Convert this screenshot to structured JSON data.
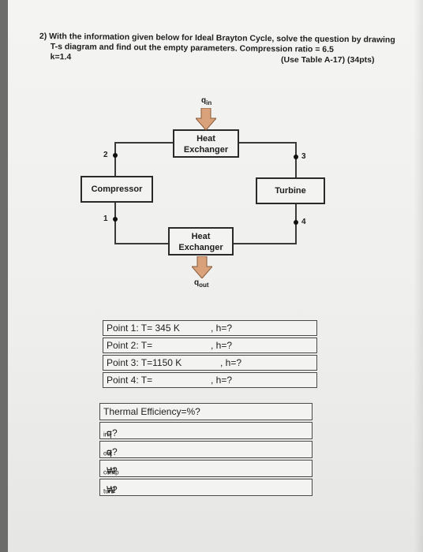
{
  "question": {
    "line1": "2)  With the information given below for Ideal Brayton Cycle, solve the question by drawing",
    "line2": "T-s diagram and find out the empty parameters. Compression ratio = 6.5",
    "line3": "k=1.4",
    "table_ref": "(Use Table A-17)  (34pts)"
  },
  "diagram": {
    "q_in": {
      "main": "q",
      "sub": "in"
    },
    "q_out": {
      "main": "q",
      "sub": "out"
    },
    "heat_exchanger_top": [
      "Heat",
      "Exchanger"
    ],
    "heat_exchanger_bottom": [
      "Heat",
      "Exchanger"
    ],
    "compressor": "Compressor",
    "turbine": "Turbine",
    "points": {
      "p1": "1",
      "p2": "2",
      "p3": "3",
      "p4": "4"
    }
  },
  "points_table": [
    {
      "left": "Point 1: T= 345 K",
      "right": ", h=?"
    },
    {
      "left": "Point 2: T=",
      "right": ", h=?"
    },
    {
      "left": "Point 3: T=1150 K",
      "right": ", h=?"
    },
    {
      "left": "Point 4: T=",
      "right": ", h=?"
    }
  ],
  "results_table": {
    "efficiency": "Thermal Efficiency=%?",
    "q_in": {
      "main": "q",
      "sub": "in",
      "tail": "=?"
    },
    "q_out": {
      "main": "q",
      "sub": "out",
      "tail": "=?"
    },
    "w_comp": {
      "main": "W",
      "sub": "comp",
      "tail": "=?"
    },
    "w_turb": {
      "main": "W",
      "sub": "turb",
      "tail": "=?"
    }
  },
  "colors": {
    "arrow_fill": "#d9a27a",
    "arrow_stroke": "#8a5a3a",
    "paper": "#f2f2f0",
    "ink": "#1e1e1e"
  }
}
